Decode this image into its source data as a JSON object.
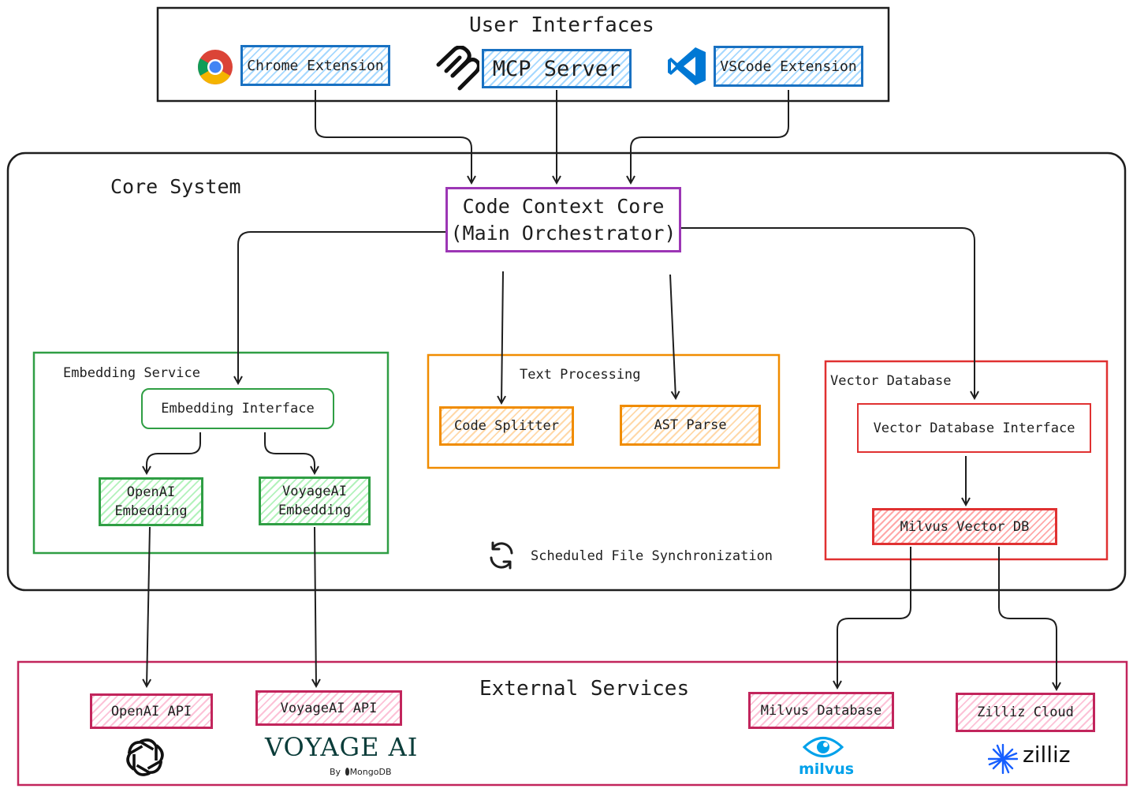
{
  "colors": {
    "ink": "#1e1e1e",
    "blue": "#1971c2",
    "purple": "#9c36b5",
    "green": "#2f9e44",
    "orange": "#f08c00",
    "red": "#e03131",
    "crimson": "#c2255c",
    "milvus": "#00a1ea",
    "zilliz": "#175fff"
  },
  "user_interfaces": {
    "title": "User Interfaces",
    "chrome": {
      "label": "Chrome Extension",
      "icon": "chrome-icon"
    },
    "mcp": {
      "label": "MCP Server",
      "icon": "mcp-icon"
    },
    "vscode": {
      "label": "VSCode Extension",
      "icon": "vscode-icon"
    }
  },
  "core_system": {
    "title": "Core System",
    "core": {
      "line1": "Code Context Core",
      "line2": "(Main Orchestrator)"
    },
    "embedding": {
      "title": "Embedding Service",
      "interface": "Embedding Interface",
      "openai": {
        "line1": "OpenAI",
        "line2": "Embedding"
      },
      "voyage": {
        "line1": "VoyageAI",
        "line2": "Embedding"
      }
    },
    "text_processing": {
      "title": "Text Processing",
      "splitter": "Code Splitter",
      "ast": "AST Parse"
    },
    "vector_db": {
      "title": "Vector Database",
      "interface": "Vector Database Interface",
      "milvus": "Milvus Vector DB"
    },
    "sync": {
      "label": "Scheduled File Synchronization",
      "icon": "sync-icon"
    }
  },
  "external_services": {
    "title": "External Services",
    "openai_api": {
      "label": "OpenAI API",
      "icon": "openai-logo-icon"
    },
    "voyage_api": {
      "label": "VoyageAI API",
      "logo_text": "VOYAGE AI",
      "logo_sub_by": "By",
      "logo_sub_brand": "MongoDB"
    },
    "milvus_db": {
      "label": "Milvus Database",
      "logo_text": "milvus"
    },
    "zilliz": {
      "label": "Zilliz Cloud",
      "logo_text": "zilliz"
    }
  }
}
